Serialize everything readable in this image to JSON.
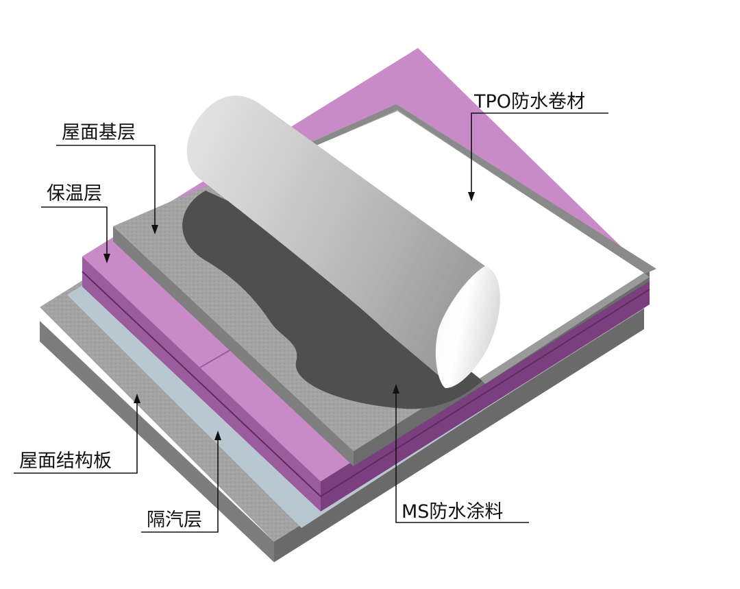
{
  "labels": {
    "tpo": "TPO防水卷材",
    "base": "屋面基层",
    "insulation": "保温层",
    "structure": "屋面结构板",
    "vapor": "隔汽层",
    "ms": "MS防水涂料"
  },
  "colors": {
    "concrete": "#a3a3a3",
    "concrete_side": "#7f7f7f",
    "vapor": "#b7c6cf",
    "insulation_top": "#c98ac8",
    "insulation_side": "#8e4f91",
    "coating": "#505050",
    "membrane": "#ffffff",
    "roll_shadow": "#b9b9b9"
  }
}
